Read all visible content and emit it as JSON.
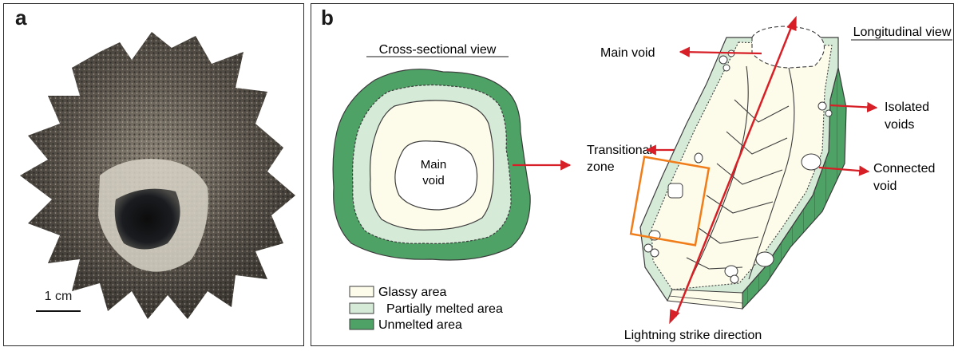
{
  "panel_a": {
    "label": "a",
    "scale_bar": "1 cm"
  },
  "panel_b": {
    "label": "b",
    "cross_section_title": "Cross-sectional view",
    "longitudinal_title": "Longitudinal view",
    "cs_main_void": [
      "Main",
      "void"
    ],
    "transitional_zone": [
      "Transitional",
      "zone"
    ],
    "long_main_void": "Main void",
    "isolated_voids": [
      "Isolated",
      "voids"
    ],
    "connected_void": [
      "Connected",
      "void"
    ],
    "strike_direction": "Lightning strike direction",
    "legend": [
      {
        "label": "Glassy area",
        "color": "#fdfbe9"
      },
      {
        "label": "Partially melted area",
        "color": "#d6ead8"
      },
      {
        "label": "Unmelted area",
        "color": "#4ea266"
      }
    ],
    "colors": {
      "arrow": "#d61f26",
      "box": "#f07d1a",
      "outline": "#444444"
    }
  }
}
